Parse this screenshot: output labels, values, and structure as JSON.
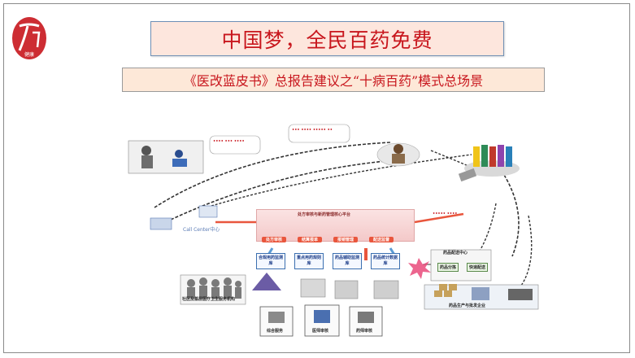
{
  "title": "中国梦，全民百药免费",
  "subtitle": "《医改蓝皮书》总报告建议之“十病百药”模式总场景",
  "colors": {
    "title_red": "#c8161d",
    "title_bg": "#fde6dd",
    "subtitle_bg": "#fde8d8",
    "accent_orange": "#e9563d",
    "blue_box": "#3b6fb0"
  },
  "logo": {
    "icon": "brush-calligraphy-seal-icon",
    "text": "健康"
  },
  "diagram": {
    "call_center": "Call Center中心",
    "platform_title": "处方审核与新药管理核心平台",
    "platform_steps": [
      "处方审核",
      "结算报单",
      "报销管理",
      "配送监督"
    ],
    "modules": [
      "合规用药监测库",
      "重点用药规则库",
      "药品辅助监测库",
      "药品统计数据库"
    ],
    "drug_box": {
      "title": "药品配送中心",
      "left": "药品分拣",
      "right": "快速配送"
    },
    "bottom_boxes": [
      "综合服务",
      "医师审核",
      "药师审核"
    ],
    "left_group": "社区及基层医疗卫生服务机构",
    "right_group": "药品生产与批发企业"
  }
}
